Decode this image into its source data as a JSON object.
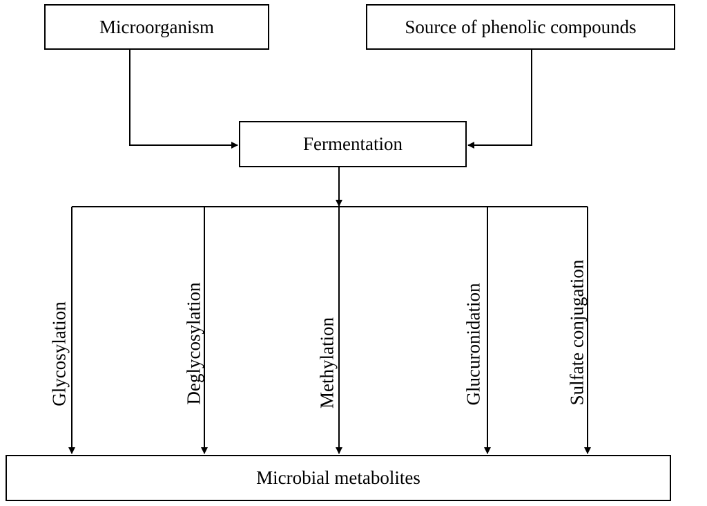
{
  "diagram": {
    "inputs": {
      "microorganism": "Microorganism",
      "source": "Source of phenolic compounds"
    },
    "process": "Fermentation",
    "pathways": [
      "Glycosylation",
      "Deglycosylation",
      "Methylation",
      "Glucuronidation",
      "Sulfate conjugation"
    ],
    "output": "Microbial metabolites"
  }
}
